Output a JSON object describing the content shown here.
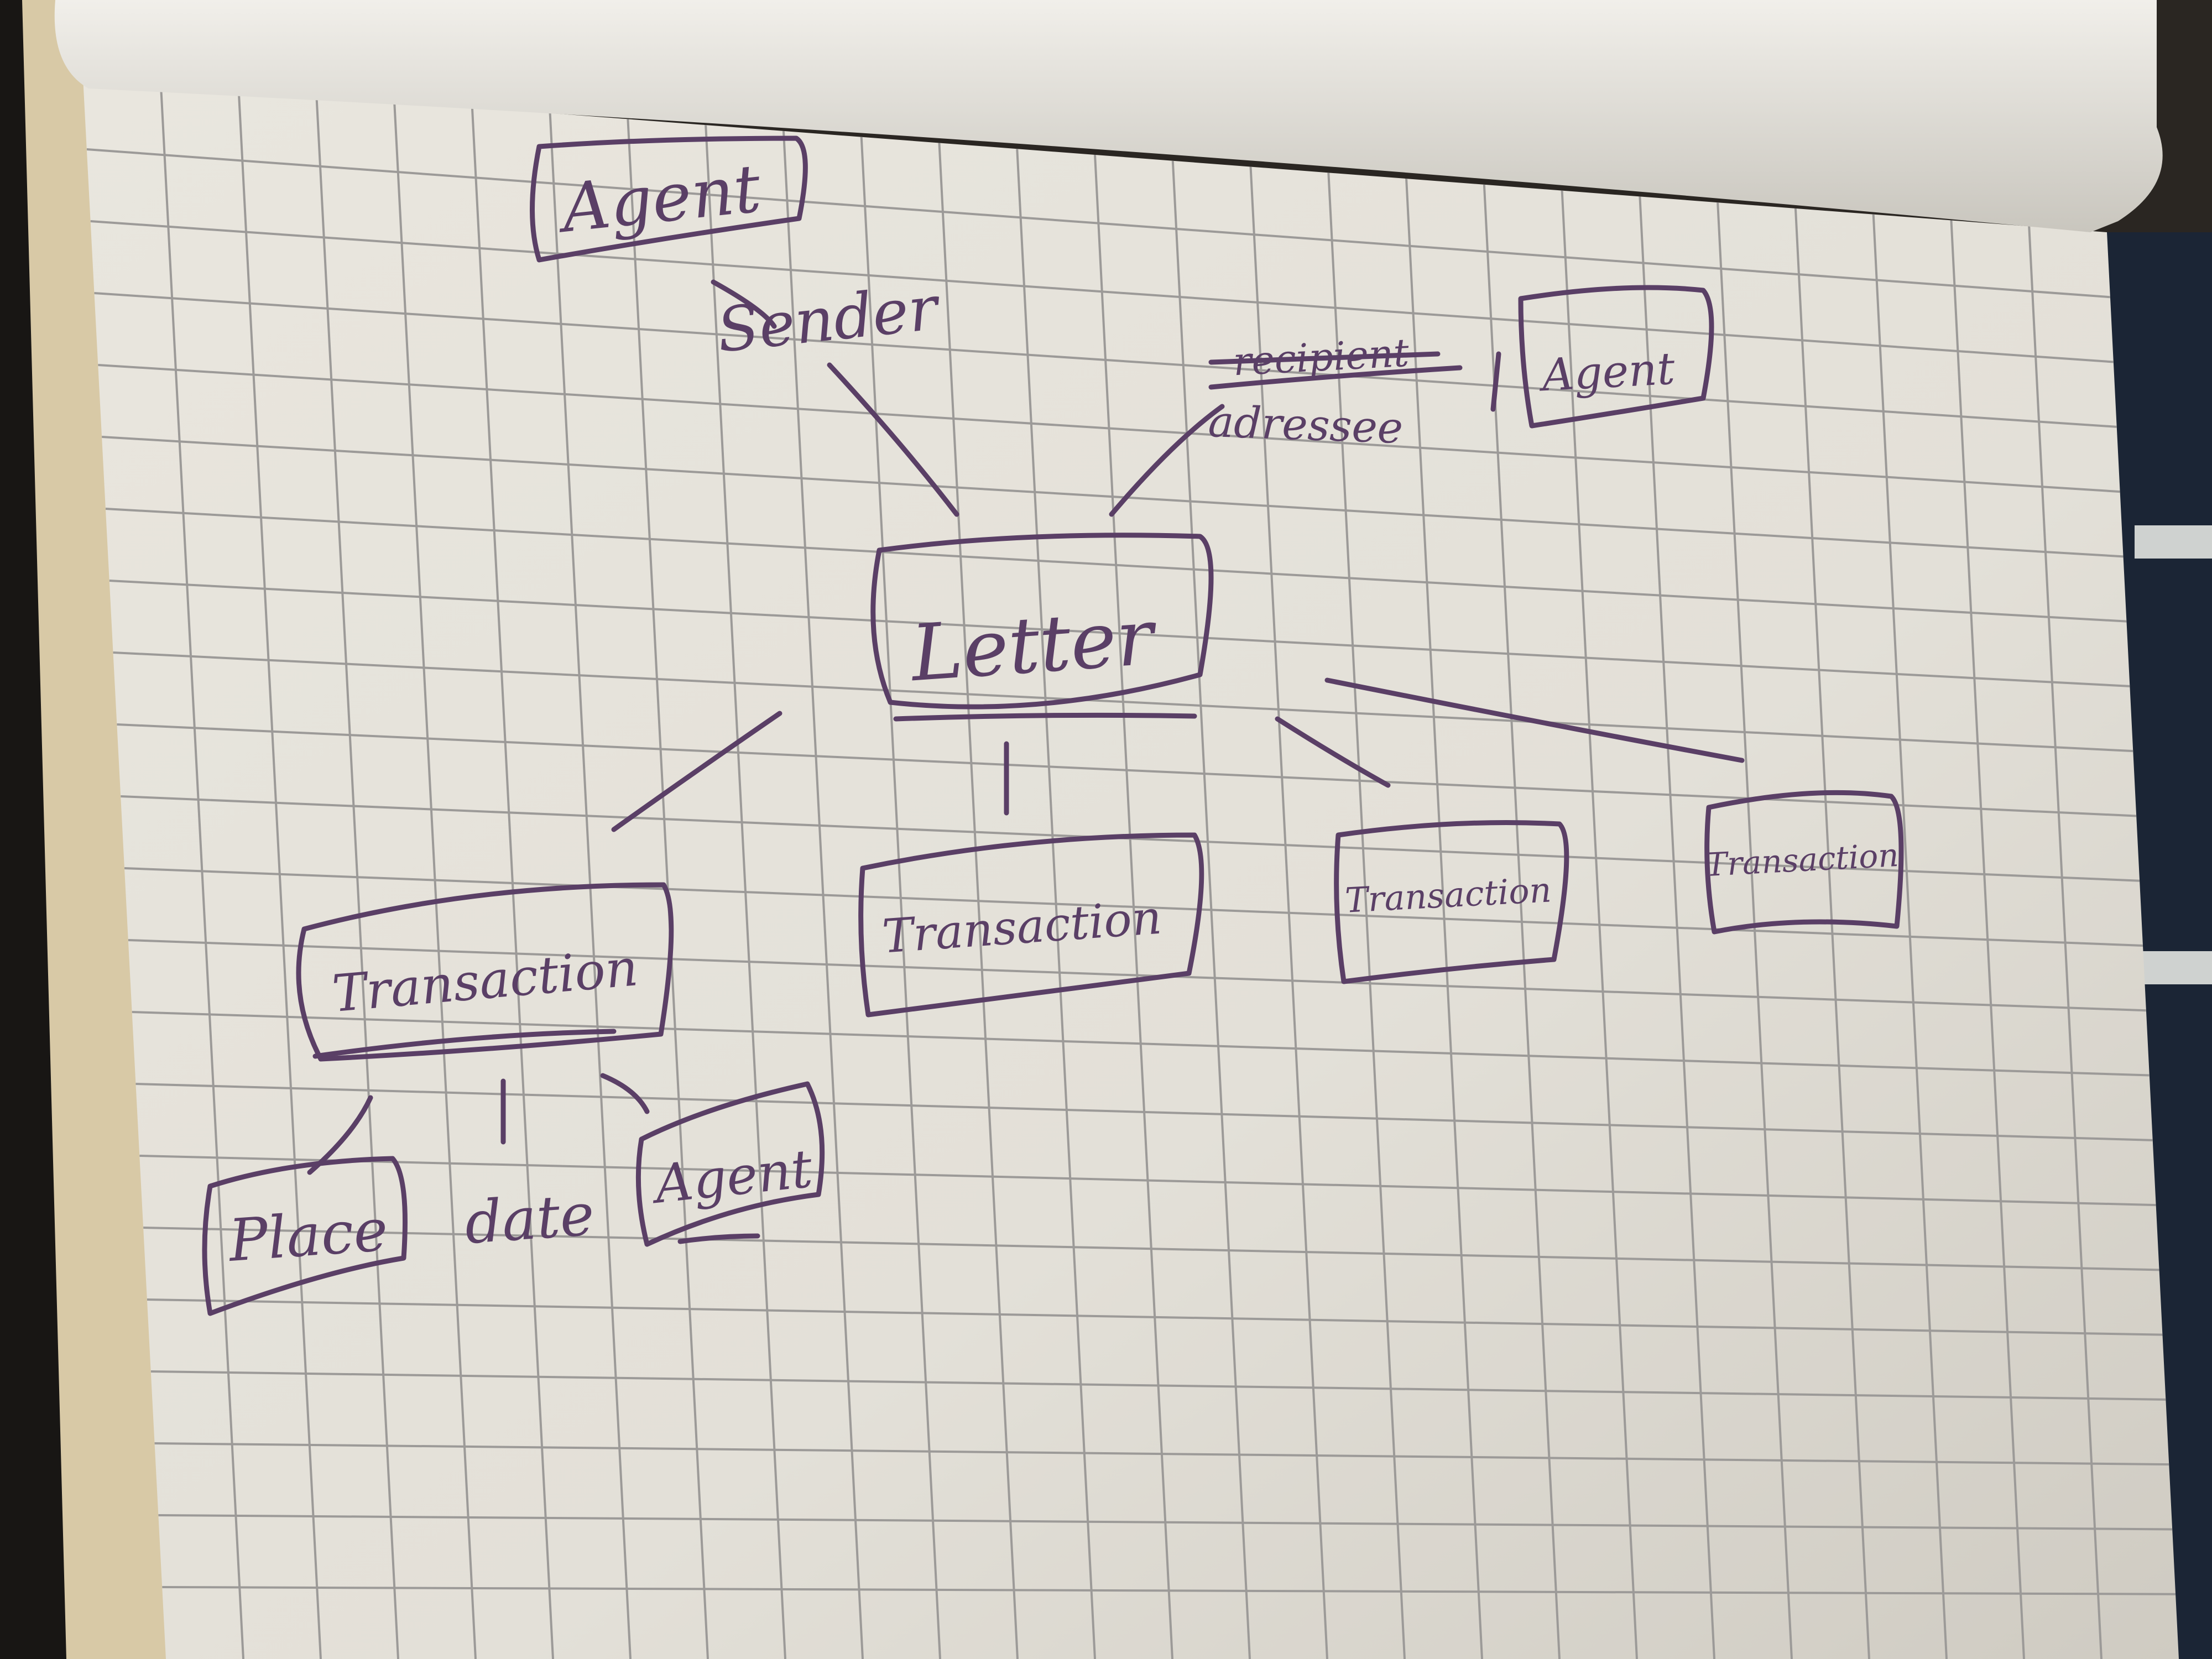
{
  "photo": {
    "subject": "flipchart",
    "colors": {
      "marker": "#5a3f66",
      "paper": "#e9e6de",
      "grid": "#9c9a98",
      "easel_frame": "#d8c9a6",
      "background": "#2a2622",
      "window": "#1b2535"
    }
  },
  "diagram": {
    "nodes": {
      "agent_top": "Agent",
      "letter": "Letter",
      "agent_right": "Agent",
      "transaction_1": "Transaction",
      "transaction_2": "Transaction",
      "transaction_3": "Transaction",
      "transaction_4": "Transaction",
      "place": "Place",
      "agent_bottom": "Agent"
    },
    "edge_labels": {
      "sender": "Sender",
      "recipient_struck": "recipient",
      "addressee": "adressee",
      "date": "date"
    }
  }
}
